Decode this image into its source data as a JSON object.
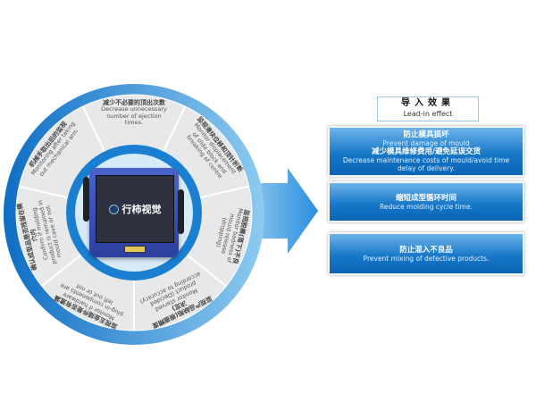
{
  "device": {
    "brand": "行柿视觉"
  },
  "segments": [
    {
      "zh": "减少不必要的顶出次数",
      "en": "Decrease unnecessary number of ejection times."
    },
    {
      "zh": "监视滑块位移和顶针折断",
      "en": "Monitor displacement of slide block and breaking of centre"
    },
    {
      "zh": "监视脱模(落下)不良",
      "en": "Monitor badness of mould release (dropping)"
    },
    {
      "zh": "监视产品缺陷(根据精度决定)",
      "en": "Monitor starved product (Decided according to accuracy)"
    },
    {
      "zh": "监视五金插件是否有遗漏",
      "en": "Monitor if hardware plug-in components are left out or not"
    },
    {
      "zh": "确认成型品是否残留在模穴内",
      "en": "Confirm if molding product is remained in mould cave or not."
    },
    {
      "zh": "机械手取出后的监视",
      "en": "Monitoring after taking out mechanical arm"
    }
  ],
  "effects": {
    "title_zh": "导入效果",
    "title_en": "Lead-in effect",
    "items": [
      {
        "zh1": "防止模具损坏",
        "en1": "Prevent damage of mould",
        "zh2": "减少模具维修费用/避免延误交货",
        "en2": "Decrease maintenance costs of mould/avoid time delay of delivery."
      },
      {
        "zh1": "缩短成型循环时间",
        "en1": "Reduce molding cycle time."
      },
      {
        "zh1": "防止混入不良品",
        "en1": "Prevent mixing of defective products."
      }
    ]
  },
  "colors": {
    "ring": "#1a7fd0",
    "box": "#1878c8",
    "segment": "#e6e8ea"
  }
}
